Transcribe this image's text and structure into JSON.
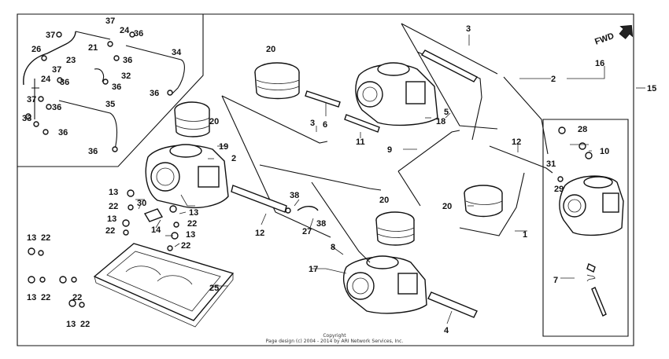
{
  "header": {
    "direction_label": "FWD"
  },
  "footer": {
    "copyright_label": "Copyright",
    "copyright_text": "Page design (c) 2004 - 2014 by ARI Network Services, Inc."
  },
  "callouts": [
    "1",
    "2",
    "3",
    "4",
    "5",
    "6",
    "7",
    "8",
    "9",
    "10",
    "11",
    "12",
    "13",
    "14",
    "15",
    "16",
    "17",
    "18",
    "19",
    "20",
    "21",
    "22",
    "23",
    "24",
    "25",
    "26",
    "27",
    "28",
    "29",
    "30",
    "31",
    "32",
    "33",
    "34",
    "35",
    "36",
    "37",
    "38"
  ]
}
